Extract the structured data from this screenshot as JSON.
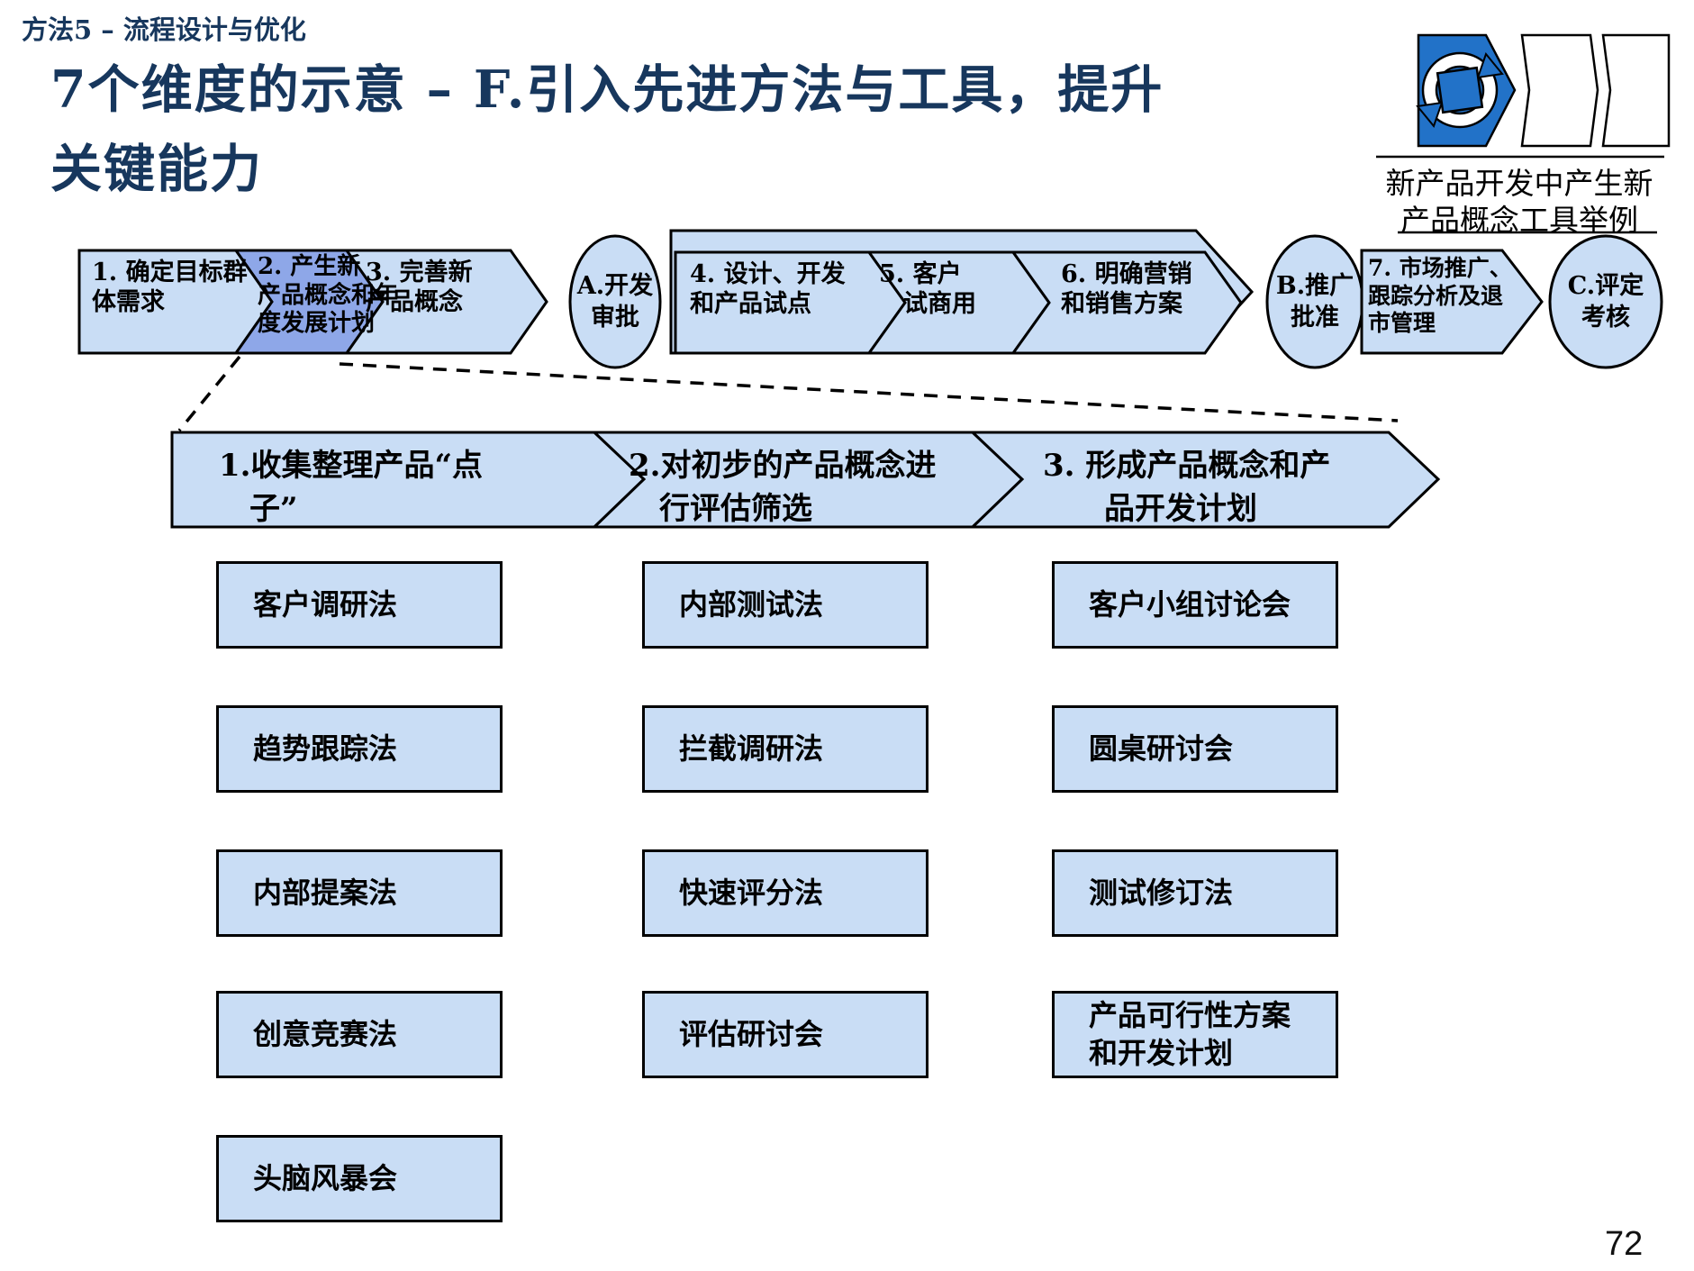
{
  "slide": {
    "header": "方法5 – 流程设计与优化",
    "title_line1": "7个维度的示意 – F.引入先进方法与工具，提升",
    "title_line2": "关键能力",
    "page_number": "72"
  },
  "logo": {
    "caption_line1": "新产品开发中产生新",
    "caption_line2": "产品概念工具举例",
    "icon": "recycle-cycle-arrows-icon"
  },
  "main_flow": {
    "steps": [
      {
        "id": "1",
        "type": "chevron",
        "highlighted": false,
        "label": "1. 确定目标群\n体需求"
      },
      {
        "id": "2",
        "type": "chevron",
        "highlighted": true,
        "label": "2. 产生新\n产品概念和年\n度发展计划"
      },
      {
        "id": "3",
        "type": "chevron",
        "highlighted": false,
        "label": "3. 完善新\n产品概念"
      },
      {
        "id": "A",
        "type": "circle",
        "highlighted": false,
        "label": "A.开发\n审批"
      },
      {
        "id": "4",
        "type": "chevron",
        "highlighted": false,
        "label": "4. 设计、开发\n和产品试点"
      },
      {
        "id": "5",
        "type": "chevron",
        "highlighted": false,
        "label": "5. 客户\n　试商用"
      },
      {
        "id": "6",
        "type": "chevron",
        "highlighted": false,
        "label": "6. 明确营销\n和销售方案"
      },
      {
        "id": "B",
        "type": "circle",
        "highlighted": false,
        "label": "B.推广\n批准"
      },
      {
        "id": "7",
        "type": "chevron",
        "highlighted": false,
        "label": "7. 市场推广、\n跟踪分析及退\n市管理"
      },
      {
        "id": "C",
        "type": "circle",
        "highlighted": false,
        "label": "C.评定\n考核"
      }
    ]
  },
  "sub_flow": {
    "steps": [
      {
        "id": "1",
        "label": "1.收集整理产品“点\n　子”"
      },
      {
        "id": "2",
        "label": "2.对初步的产品概念进\n　行评估筛选"
      },
      {
        "id": "3",
        "label": "3. 形成产品概念和产\n　　品开发计划"
      }
    ]
  },
  "tools": {
    "column1": [
      "客户调研法",
      "趋势跟踪法",
      "内部提案法",
      "创意竞赛法",
      "头脑风暴会"
    ],
    "column2": [
      "内部测试法",
      "拦截调研法",
      "快速评分法",
      "评估研讨会"
    ],
    "column3": [
      "客户小组讨论会",
      "圆桌研讨会",
      "测试修订法",
      "产品可行性方案\n和开发计划"
    ]
  },
  "colors": {
    "title_navy": "#17375D",
    "shape_light_blue": "#C9DDF5",
    "shape_highlight_blue": "#8EA7E8",
    "logo_blue": "#2272C8",
    "outline_black": "#000000"
  }
}
